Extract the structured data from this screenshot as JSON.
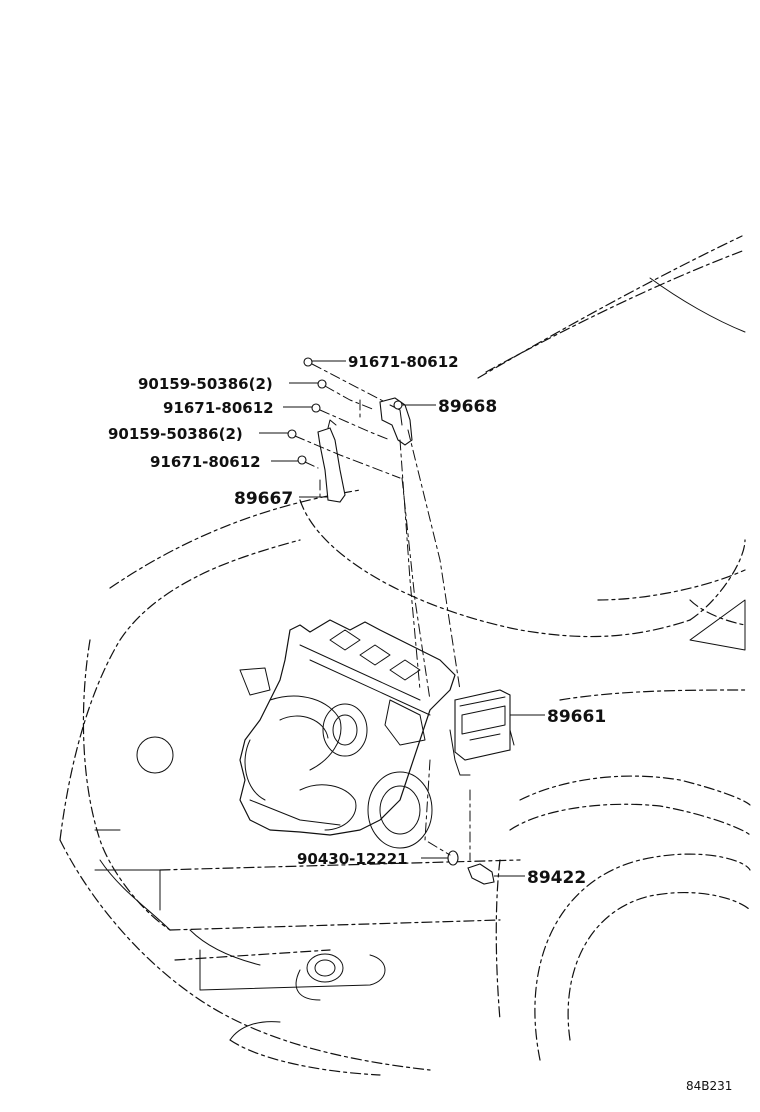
{
  "callouts": [
    {
      "part": "91671-80612"
    },
    {
      "part": "90159-50386(2)"
    },
    {
      "part": "91671-80612"
    },
    {
      "part": "90159-50386(2)"
    },
    {
      "part": "91671-80612"
    },
    {
      "part": "89667"
    },
    {
      "part": "89668"
    },
    {
      "part": "89661"
    },
    {
      "part": "90430-12221"
    },
    {
      "part": "89422"
    }
  ],
  "diagram_code": "84B231"
}
